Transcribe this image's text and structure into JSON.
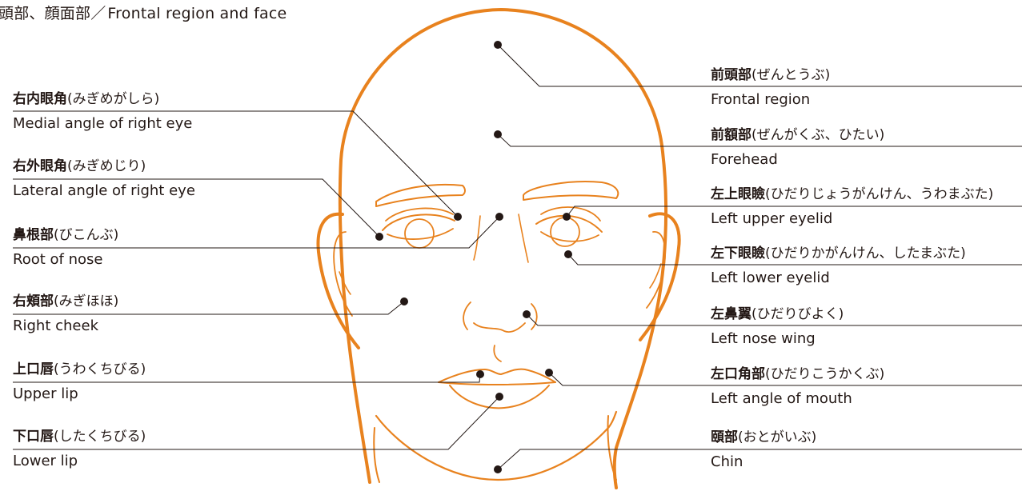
{
  "title": {
    "jp": "頭部、顔面部",
    "separator": "／",
    "en": "Frontal region and face"
  },
  "colors": {
    "face_outline": "#e8821e",
    "text": "#231815",
    "leader_line": "#231815"
  },
  "labels": {
    "right_medial_canthus": {
      "kanji": "右内眼角",
      "kana": "(みぎめがしら)",
      "en": "Medial angle of right eye"
    },
    "right_lateral_canthus": {
      "kanji": "右外眼角",
      "kana": "(みぎめじり)",
      "en": "Lateral angle of right eye"
    },
    "nasal_root": {
      "kanji": "鼻根部",
      "kana": "(びこんぶ)",
      "en": "Root of nose"
    },
    "right_cheek": {
      "kanji": "右頬部",
      "kana": "(みぎほほ)",
      "en": "Right cheek"
    },
    "upper_lip": {
      "kanji": "上口唇",
      "kana": "(うわくちびる)",
      "en": "Upper lip"
    },
    "lower_lip": {
      "kanji": "下口唇",
      "kana": "(したくちびる)",
      "en": "Lower lip"
    },
    "frontal_region": {
      "kanji": "前頭部",
      "kana": "(ぜんとうぶ)",
      "en": "Frontal region"
    },
    "forehead": {
      "kanji": "前額部",
      "kana": "(ぜんがくぶ、ひたい)",
      "en": "Forehead"
    },
    "left_upper_eyelid": {
      "kanji": "左上眼瞼",
      "kana": "(ひだりじょうがんけん、うわまぶた)",
      "en": "Left upper eyelid"
    },
    "left_lower_eyelid": {
      "kanji": "左下眼瞼",
      "kana": "(ひだりかがんけん、したまぶた)",
      "en": "Left lower eyelid"
    },
    "left_nose_wing": {
      "kanji": "左鼻翼",
      "kana": "(ひだりびよく)",
      "en": "Left nose wing"
    },
    "left_mouth_angle": {
      "kanji": "左口角部",
      "kana": "(ひだりこうかくぶ)",
      "en": "Left angle of mouth"
    },
    "chin": {
      "kanji": "頤部",
      "kana": "(おとがいぶ)",
      "en": "Chin"
    }
  }
}
